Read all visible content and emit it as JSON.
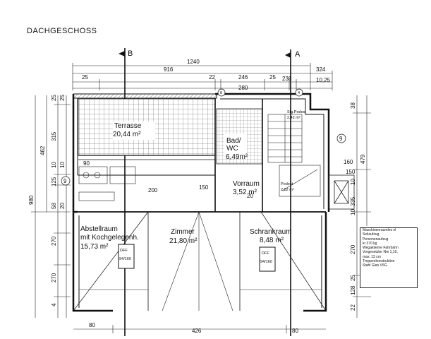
{
  "page_title": "DACHGESCHOSS",
  "section_markers": {
    "b": "B",
    "a": "A"
  },
  "top_dimensions": {
    "total": "1240",
    "mid": "916",
    "right": "324",
    "left_small": "25",
    "d1": "22",
    "d2": "246",
    "d3": "25",
    "d4": "238",
    "d5": "10,25",
    "d6": "280"
  },
  "bottom_dimensions": {
    "left": "80",
    "mid": "426",
    "right": "80"
  },
  "left_dimensions": {
    "total": "980",
    "upper": "462",
    "a": "25",
    "b": "25",
    "c": "315",
    "d": "10",
    "e": "10",
    "f": "125",
    "g": "58",
    "h": "20",
    "i": "270",
    "j": "270",
    "k": "4"
  },
  "right_dimensions": {
    "a": "38",
    "b": "479",
    "c": "160",
    "d": "150",
    "e": "10",
    "f": "335",
    "g": "10",
    "h": "270",
    "i": "25",
    "j": "128",
    "k": "22"
  },
  "rooms": {
    "terrasse": {
      "name": "Terrasse",
      "area": "20,44 m²"
    },
    "bad": {
      "name": "Bad/",
      "name2": "WC",
      "area": "6,49m²"
    },
    "vorraum": {
      "name": "Vorraum",
      "area": "3,52 m²"
    },
    "abstellraum": {
      "name": "Abstellraum",
      "name2": "mit Kochgelegenh.",
      "area": "15,73 m²"
    },
    "zimmer": {
      "name": "Zimmer",
      "area": "21,80 m²"
    },
    "schrankraum": {
      "name": "Schrankraum",
      "area": "8,48 m²"
    },
    "podest": {
      "name": "Podest",
      "area": "2,82 m²"
    },
    "stg": {
      "name": "Stg.Podest",
      "area": "2,42 m²"
    }
  },
  "labels": {
    "dff1": "DFF",
    "dff1_size": "94/160",
    "dff2": "DFF",
    "dff2_size": "94/160",
    "dim_90": "90",
    "dim_200": "200",
    "dim_20": "20",
    "dim_150": "150",
    "axis_9": "9",
    "axis_8": "8",
    "axis_4": "4"
  },
  "legend_lines": [
    "Maschinenraumlos el",
    "Seilaufzug",
    "Personenaufzug",
    "kr 370 kg",
    "Wegaktierne Fahrbahn",
    "Vorgesetzter Nm 1,10,",
    "max. 13 cm",
    "",
    "Treppenkonstruktion",
    "Stahl Glas VSG"
  ]
}
